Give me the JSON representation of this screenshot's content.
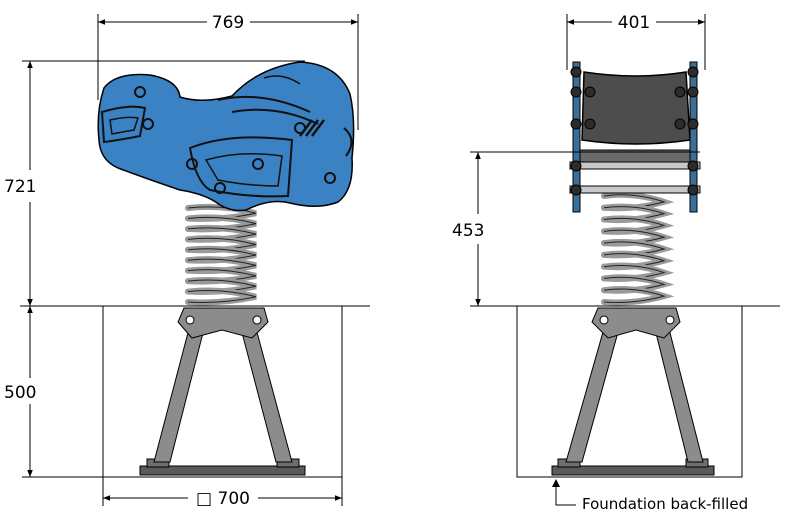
{
  "dimensions": {
    "side_width": "769",
    "side_height": "721",
    "foundation_depth": "500",
    "foundation_width": "□ 700",
    "front_width": "401",
    "front_height": "453"
  },
  "notes": {
    "foundation": "Foundation back-filled"
  },
  "colors": {
    "seat_side": "#3a82c4",
    "seat_front": "#4d4d4d",
    "spring": "#9a9a9a",
    "frame": "#8c8c8c",
    "bolt": "#3a6f9a",
    "outline": "#000000"
  }
}
